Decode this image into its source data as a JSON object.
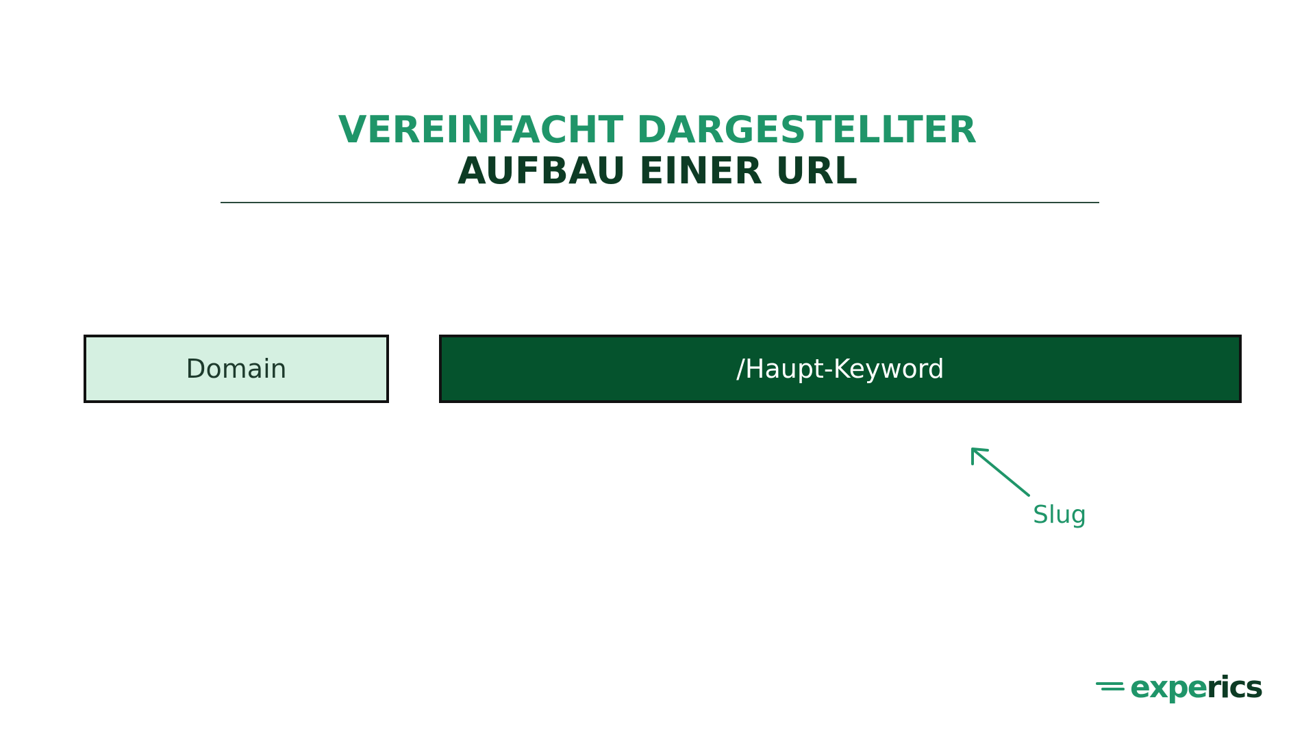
{
  "title": {
    "line1": "VEREINFACHT DARGESTELLTER",
    "line2": "AUFBAU EINER URL"
  },
  "diagram": {
    "domain_label": "Domain",
    "keyword_label": "/Haupt-Keyword",
    "slug_label": "Slug"
  },
  "logo": {
    "part1": "expe",
    "part2": "rics"
  },
  "colors": {
    "accent_green": "#1f9569",
    "dark_green": "#0d3b24",
    "keyword_box": "#05532d",
    "domain_box": "#d5f0e1"
  },
  "icons": [
    "arrow-up-left-icon",
    "speed-lines-icon"
  ]
}
